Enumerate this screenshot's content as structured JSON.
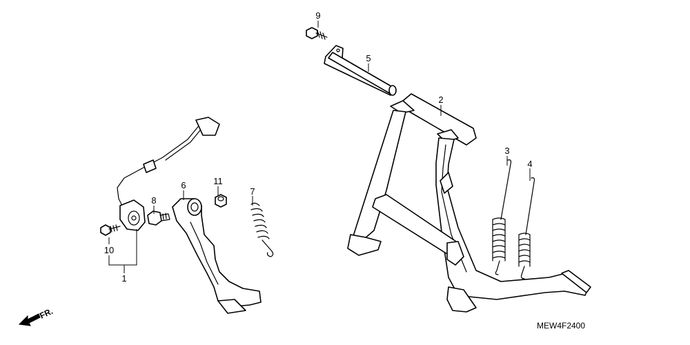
{
  "callouts": {
    "c1": "1",
    "c2": "2",
    "c3": "3",
    "c4": "4",
    "c5": "5",
    "c6": "6",
    "c7": "7",
    "c8": "8",
    "c9": "9",
    "c10": "10",
    "c11": "11"
  },
  "direction": {
    "label": "FR.",
    "icon": "front-direction-arrow-icon"
  },
  "drawing_code": "MEW4F2400",
  "colors": {
    "line": "#000000",
    "background": "#ffffff"
  }
}
